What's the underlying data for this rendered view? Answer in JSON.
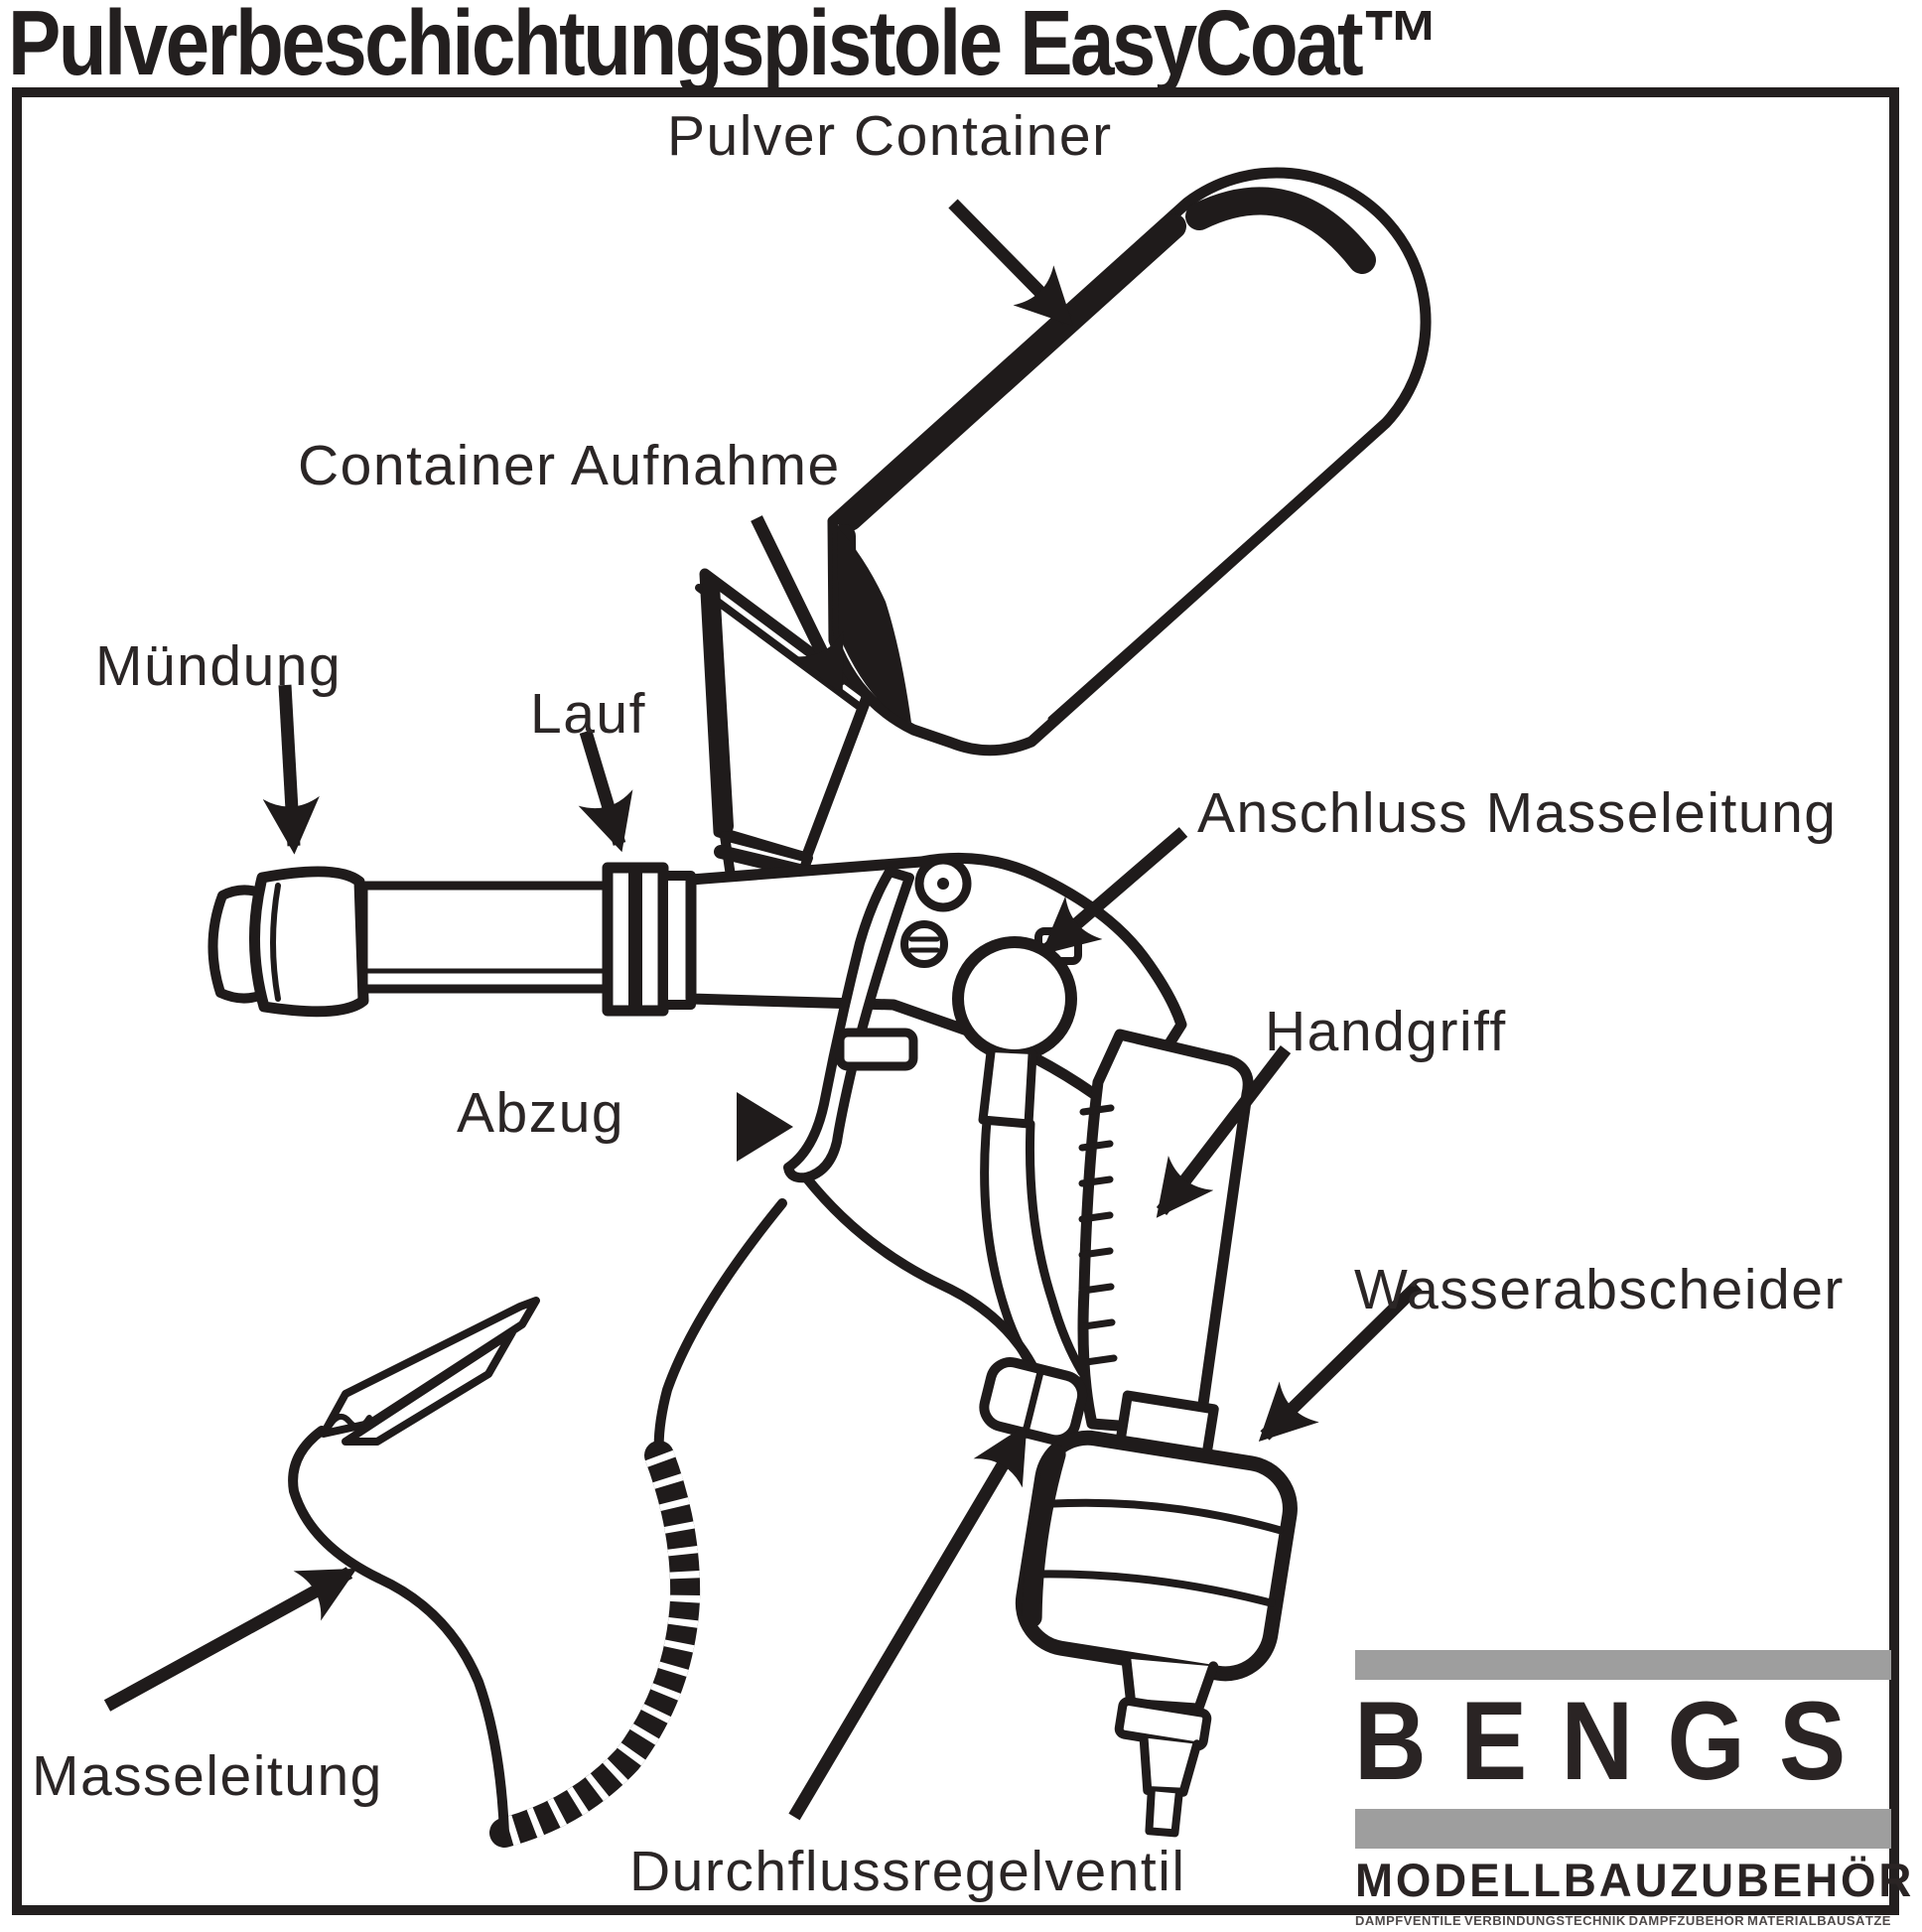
{
  "title": "Pulverbeschichtungspistole EasyCoat™",
  "diagram": {
    "labels": {
      "pulver_container": "Pulver Container",
      "container_aufnahme": "Container Aufnahme",
      "muendung": "Mündung",
      "lauf": "Lauf",
      "anschluss_masseleitung": "Anschluss Masseleitung",
      "abzug": "Abzug",
      "handgriff": "Handgriff",
      "wasserabscheider": "Wasserabscheider",
      "masseleitung": "Masseleitung",
      "durchflussregelventil": "Durchflussregelventil"
    }
  },
  "logo": {
    "brand": "BENGS",
    "subtitle": "MODELLBAUZUBEHÖR",
    "tagline": [
      "DAMPFVENTILE",
      "VERBINDUNGSTECHNIK",
      "DAMPFZUBEHÖR",
      "MATERIALBAUSÄTZE"
    ],
    "colors": {
      "bar_gray": "#9e9e9e",
      "text_dark": "#2a2424"
    }
  },
  "colors": {
    "ink": "#1f1b1b",
    "background": "#ffffff"
  }
}
